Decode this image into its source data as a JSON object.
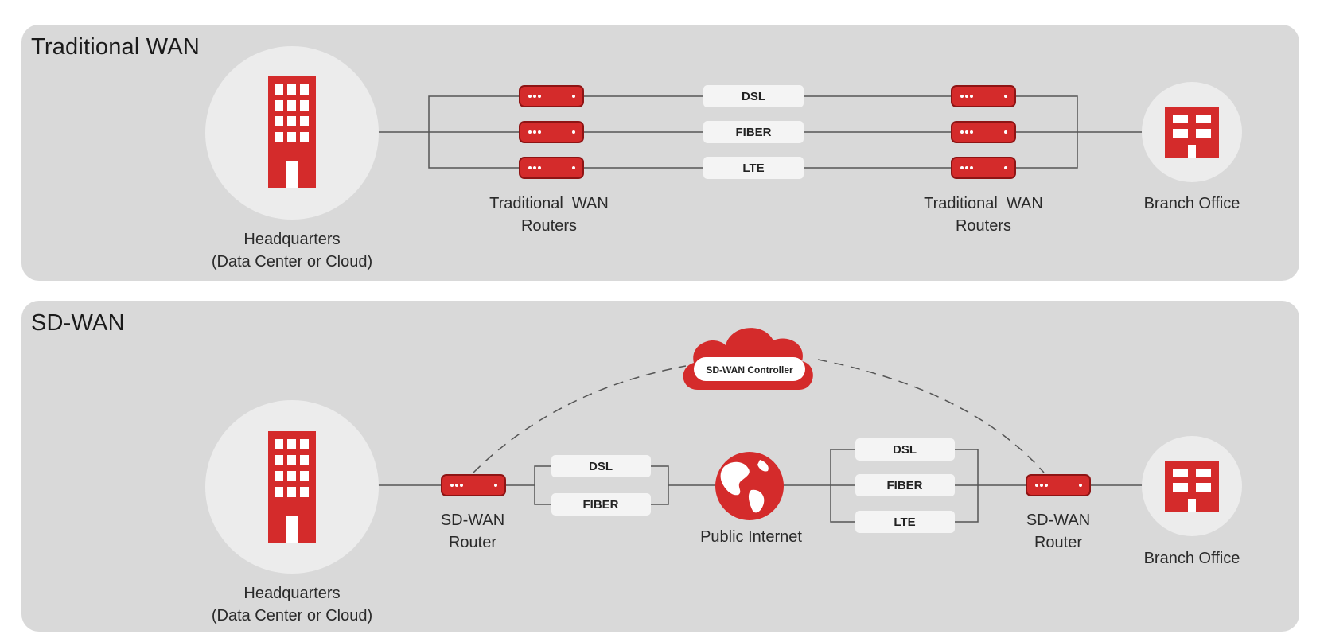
{
  "colors": {
    "panel_bg": "#d9d9d9",
    "accent_red": "#d42b2b",
    "circle_bg": "#ececec",
    "line": "#555555"
  },
  "traditional": {
    "title": "Traditional WAN",
    "headquarters": {
      "line1": "Headquarters",
      "line2": "(Data Center or Cloud)"
    },
    "routers_left": {
      "line1": "Traditional  WAN",
      "line2": "Routers"
    },
    "routers_right": {
      "line1": "Traditional  WAN",
      "line2": "Routers"
    },
    "links": [
      "DSL",
      "FIBER",
      "LTE"
    ],
    "branch": "Branch Office"
  },
  "sdwan": {
    "title": "SD-WAN",
    "controller": "SD-WAN Controller",
    "headquarters": {
      "line1": "Headquarters",
      "line2": "(Data Center or Cloud)"
    },
    "router_left": {
      "line1": "SD-WAN",
      "line2": "Router"
    },
    "router_right": {
      "line1": "SD-WAN",
      "line2": "Router"
    },
    "links_left": [
      "DSL",
      "FIBER"
    ],
    "links_right": [
      "DSL",
      "FIBER",
      "LTE"
    ],
    "internet": "Public Internet",
    "branch": "Branch Office"
  }
}
